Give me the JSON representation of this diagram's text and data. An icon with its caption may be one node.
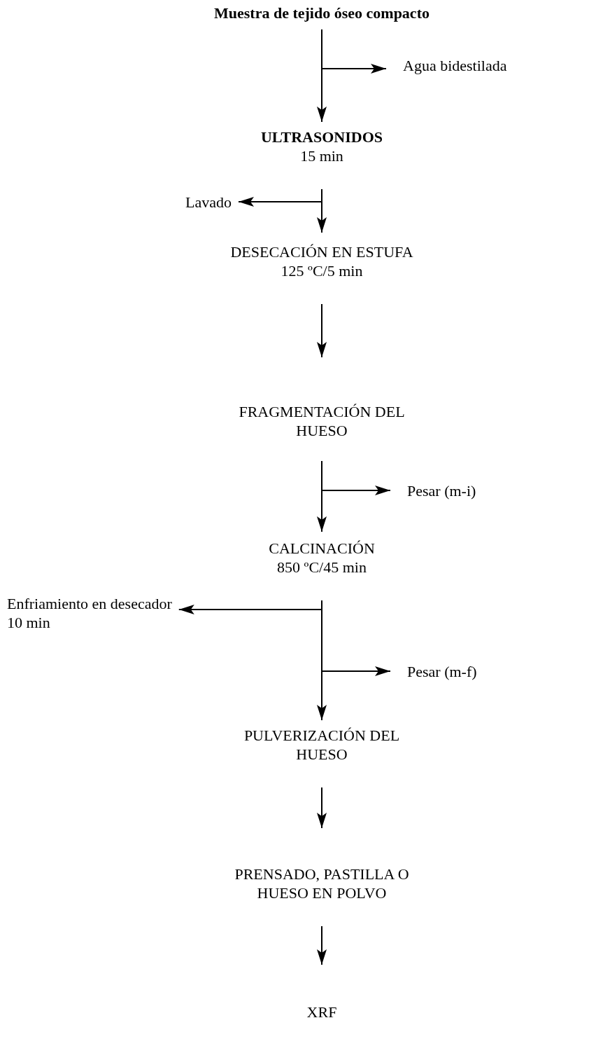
{
  "diagram": {
    "nodes": [
      {
        "text": [
          "Muestra de tejido óseo compacto"
        ]
      },
      {
        "text": [
          "Agua bidestilada"
        ]
      },
      {
        "text": [
          "ULTRASONIDOS"
        ],
        "beside": [
          "15 min"
        ]
      },
      {
        "text": [
          "Lavado"
        ]
      },
      {
        "text": [
          "DESECACIÓN EN ESTUFA"
        ],
        "beside": [
          "125 ºC/5 min"
        ]
      },
      {
        "text": [
          "FRAGMENTACIÓN DEL HUESO"
        ]
      },
      {
        "text": [
          "Pesar (m-i)"
        ]
      },
      {
        "text": [
          "CALCINACIÓN"
        ],
        "beside": [
          "850 ºC/45 min"
        ]
      },
      {
        "text": [
          "Enfriamiento en desecador"
        ],
        "beside": [
          "10 min"
        ]
      },
      {
        "text": [
          "Pesar (m-f)"
        ]
      },
      {
        "text": [
          "PULVERIZACIÓN DEL HUESO"
        ]
      },
      {
        "text": [
          "PRENSADO, PASTILLA O HUESO EN POLVO"
        ]
      },
      {
        "text": [
          "XRF"
        ]
      }
    ],
    "edges": [
      {
        "from": 0,
        "to": 1,
        "arrow": "to"
      },
      {
        "from": 0,
        "to": 2,
        "arrow": "to"
      },
      {
        "from": 2,
        "to": 3,
        "arrow": "to"
      },
      {
        "from": 2,
        "to": 4,
        "arrow": "to"
      },
      {
        "from": 4,
        "to": 5,
        "arrow": "to"
      },
      {
        "from": 5,
        "to": 6,
        "arrow": "to"
      },
      {
        "from": 5,
        "to": 7,
        "arrow": "to"
      },
      {
        "from": 7,
        "to": 8,
        "arrow": "to"
      },
      {
        "from": 7,
        "to": 9,
        "arrow": "to"
      },
      {
        "from": 7,
        "to": 10,
        "arrow": "to"
      },
      {
        "from": 10,
        "to": 11,
        "arrow": "to"
      },
      {
        "from": 11,
        "to": 12,
        "arrow": "to"
      }
    ]
  }
}
